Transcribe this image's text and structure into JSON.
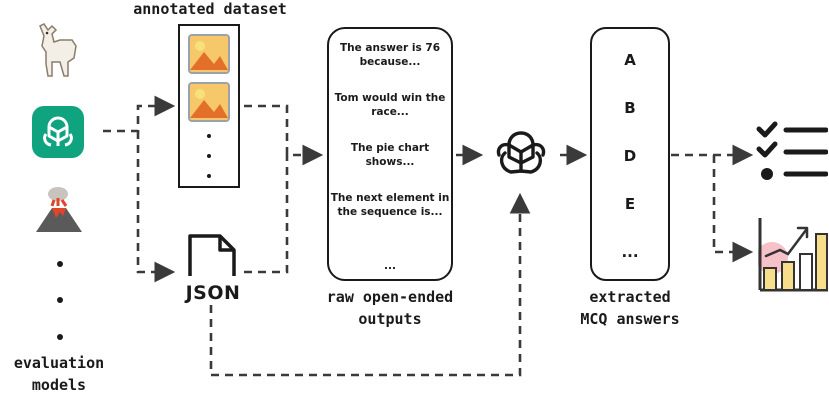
{
  "labels": {
    "annotated_dataset": "annotated dataset",
    "evaluation_models_line1": "evaluation",
    "evaluation_models_line2": "models",
    "raw_outputs_line1": "raw open-ended",
    "raw_outputs_line2": "outputs",
    "extracted_line1": "extracted",
    "extracted_line2": "MCQ answers",
    "json_text": "JSON"
  },
  "outputs": [
    "The answer is 76 because...",
    "Tom would win the race...",
    "The pie chart shows...",
    "The next element in the sequence is...",
    "..."
  ],
  "answers": [
    "A",
    "B",
    "D",
    "E",
    "..."
  ],
  "icons": {
    "models": [
      "llama-icon",
      "chatgpt-icon",
      "volcano-icon"
    ],
    "dataset": [
      "image-icon",
      "image-icon"
    ],
    "judge": "openai-logo-icon",
    "results": [
      "checklist-icon",
      "bar-chart-icon"
    ]
  },
  "colors": {
    "chatgpt_green": "#10a37f",
    "image_orange": "#f5a623",
    "line": "#3a3a3a"
  }
}
